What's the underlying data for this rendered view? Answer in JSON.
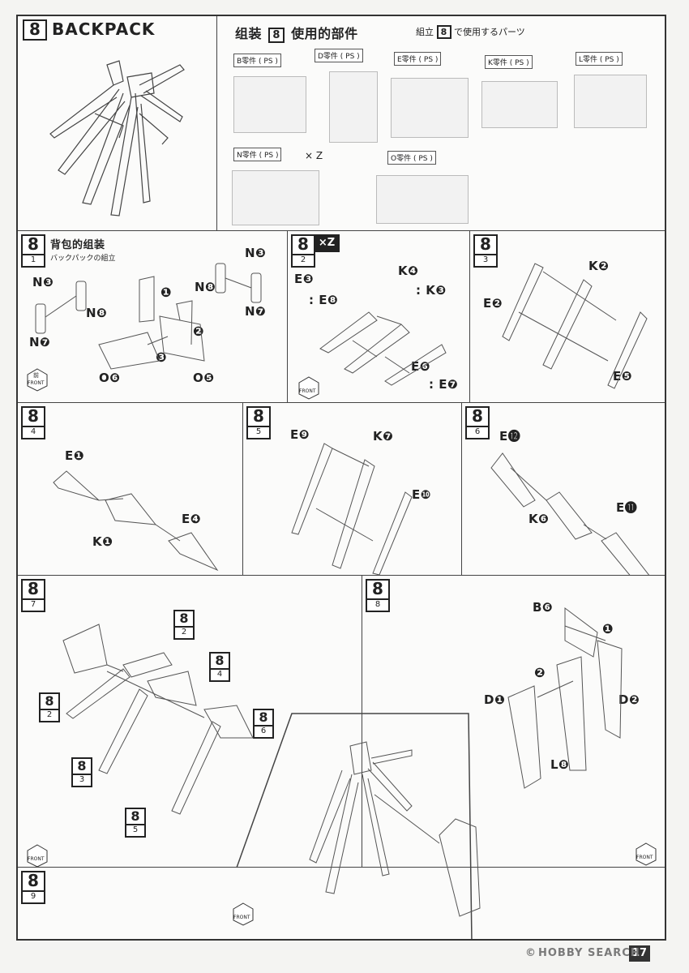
{
  "header": {
    "step": "8",
    "title": "BACKPACK",
    "parts_title_cn": "组装",
    "parts_title_cn2": "使用的部件",
    "parts_title_jp": "組立",
    "parts_title_jp2": "で使用するパーツ"
  },
  "runners": [
    {
      "label": "B零件 ( PS )"
    },
    {
      "label": "D零件 ( PS )"
    },
    {
      "label": "E零件 ( PS )"
    },
    {
      "label": "K零件 ( PS )"
    },
    {
      "label": "L零件 ( PS )"
    },
    {
      "label": "N零件 ( PS )"
    },
    {
      "label": "O零件 ( PS )"
    }
  ],
  "runner_multiplier": "× Z",
  "steps": [
    {
      "num": "8",
      "sub": "1",
      "title_cn": "背包的组装",
      "title_jp": "バックパックの組立",
      "parts": [
        "N❸",
        "N❽",
        "N❼",
        "N❸",
        "N❽",
        "N❼",
        "O❻",
        "O❺"
      ],
      "callouts": [
        "❶",
        "❷",
        "❸"
      ]
    },
    {
      "num": "8",
      "sub": "2",
      "mult": "×Z",
      "parts": [
        "E❸",
        ": E❽",
        "K❹",
        ": K❸",
        "E❻",
        ": E❼"
      ]
    },
    {
      "num": "8",
      "sub": "3",
      "parts": [
        "K❷",
        "E❷",
        "E❺"
      ]
    },
    {
      "num": "8",
      "sub": "4",
      "parts": [
        "E❶",
        "E❹",
        "K❶"
      ]
    },
    {
      "num": "8",
      "sub": "5",
      "parts": [
        "E❾",
        "K❼",
        "E❿"
      ]
    },
    {
      "num": "8",
      "sub": "6",
      "parts": [
        "E⓬",
        "E⓫",
        "K❻"
      ]
    },
    {
      "num": "8",
      "sub": "7",
      "refs": [
        "2",
        "4",
        "2",
        "6",
        "3",
        "5"
      ]
    },
    {
      "num": "8",
      "sub": "8",
      "parts": [
        "B❻",
        "D❶",
        "D❷",
        "L❽"
      ],
      "callouts": [
        "❶",
        "❷"
      ]
    },
    {
      "num": "8",
      "sub": "9"
    }
  ],
  "front_label": "FRONT",
  "front_cn": "前",
  "page_number": "17",
  "watermark": "HOBBY SEARCH",
  "watermark_c": "©"
}
